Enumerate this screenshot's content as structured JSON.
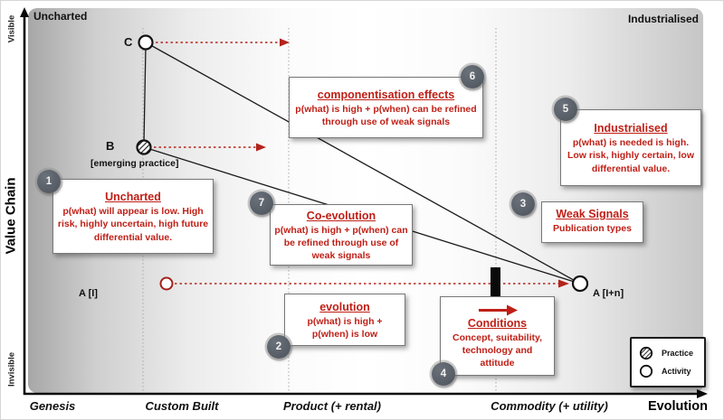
{
  "frame": {
    "top_left_label": "Uncharted",
    "top_right_label": "Industrialised",
    "y_axis": {
      "title": "Value Chain",
      "top_label": "Visible",
      "bottom_label": "Invisible"
    },
    "x_axis": {
      "title": "Evolution",
      "stages": [
        "Genesis",
        "Custom Built",
        "Product (+ rental)",
        "Commodity (+ utility)"
      ]
    }
  },
  "points": {
    "c": {
      "label": "C",
      "type": "activity"
    },
    "b": {
      "label": "B",
      "sublabel": "[emerging practice]",
      "type": "practice"
    },
    "a_start": {
      "label": "A [I]",
      "type": "activity"
    },
    "a_end": {
      "label": "A [I+n]",
      "type": "activity"
    }
  },
  "annotations": [
    {
      "num": "1",
      "title": "Uncharted",
      "body": "p(what) will appear is low. High risk, highly uncertain, high future differential value."
    },
    {
      "num": "2",
      "title": "evolution",
      "body": "p(what) is high + p(when) is low"
    },
    {
      "num": "3",
      "title": "Weak Signals",
      "body": "Publication types"
    },
    {
      "num": "4",
      "title": "Conditions",
      "body": "Concept, suitability, technology and attitude"
    },
    {
      "num": "5",
      "title": "Industrialised",
      "body": "p(what) is needed is high. Low risk, highly certain, low differential value."
    },
    {
      "num": "6",
      "title": "componentisation effects",
      "body": "p(what) is high + p(when) can be refined through use of weak signals"
    },
    {
      "num": "7",
      "title": "Co-evolution",
      "body": "p(what) is high + p(when) can be refined through use of weak signals"
    }
  ],
  "legend": {
    "items": [
      {
        "icon": "practice-hatched-circle-icon",
        "label": "Practice"
      },
      {
        "icon": "activity-open-circle-icon",
        "label": "Activity"
      }
    ]
  },
  "colors": {
    "accent_red": "#bf1f16",
    "badge_gray": "#545a62",
    "line_black": "#1a1a1a",
    "dotted_guide_gray": "#a8a8a8"
  }
}
